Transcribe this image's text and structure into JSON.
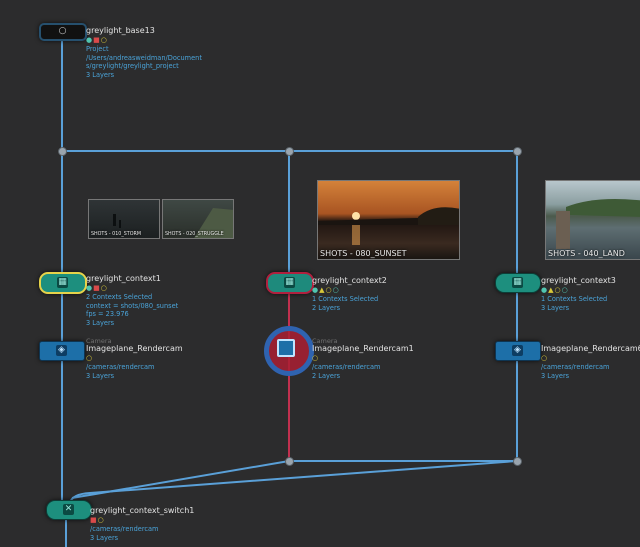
{
  "nodes": {
    "base": {
      "title": "greylight_base13",
      "flags": [
        "●",
        "■",
        "○"
      ],
      "info": [
        "Project",
        "/Users/andreasweidman/Document",
        "s/greylight/greylight_project",
        "3 Layers"
      ]
    },
    "context1": {
      "title": "greylight_context1",
      "info": [
        "2 Contexts Selected",
        "context = shots/080_sunset",
        "fps = 23.976",
        "3 Layers"
      ]
    },
    "context2": {
      "title": "greylight_context2",
      "info": [
        "1 Contexts Selected",
        "2 Layers"
      ]
    },
    "context3": {
      "title": "greylight_context3",
      "info": [
        "1 Contexts Selected",
        "3 Layers"
      ]
    },
    "plane1": {
      "type_label": "Camera",
      "title": "Imageplane_Rendercam",
      "info": [
        "/cameras/rendercam",
        "3 Layers"
      ]
    },
    "plane2": {
      "type_label": "Camera",
      "title": "Imageplane_Rendercam1",
      "info": [
        "/cameras/rendercam",
        "2 Layers"
      ]
    },
    "plane3": {
      "type_label": "Camera",
      "title": "Imageplane_Rendercam6",
      "info": [
        "/cameras/rendercam",
        "3 Layers"
      ]
    },
    "switch": {
      "title": "greylight_context_switch1",
      "info": [
        "/cameras/rendercam",
        "3 Layers"
      ]
    }
  },
  "thumbnails": {
    "storm": "SHOTS - 010_STORM",
    "struggle": "SHOTS - 020_STRUGGLE",
    "sunset": "SHOTS - 080_SUNSET",
    "land": "SHOTS - 040_LAND"
  },
  "icons": {
    "project": "circle-icon",
    "context": "grid-icon",
    "camera": "camera-icon",
    "switch": "x-icon"
  },
  "colors": {
    "background": "#2c2c2d",
    "wire": "#5aa0d8",
    "selected_wire": "#c2304f",
    "node_teal": "#1d8f7e",
    "node_blue": "#1d6fa8",
    "info_text": "#4aa3d8"
  }
}
